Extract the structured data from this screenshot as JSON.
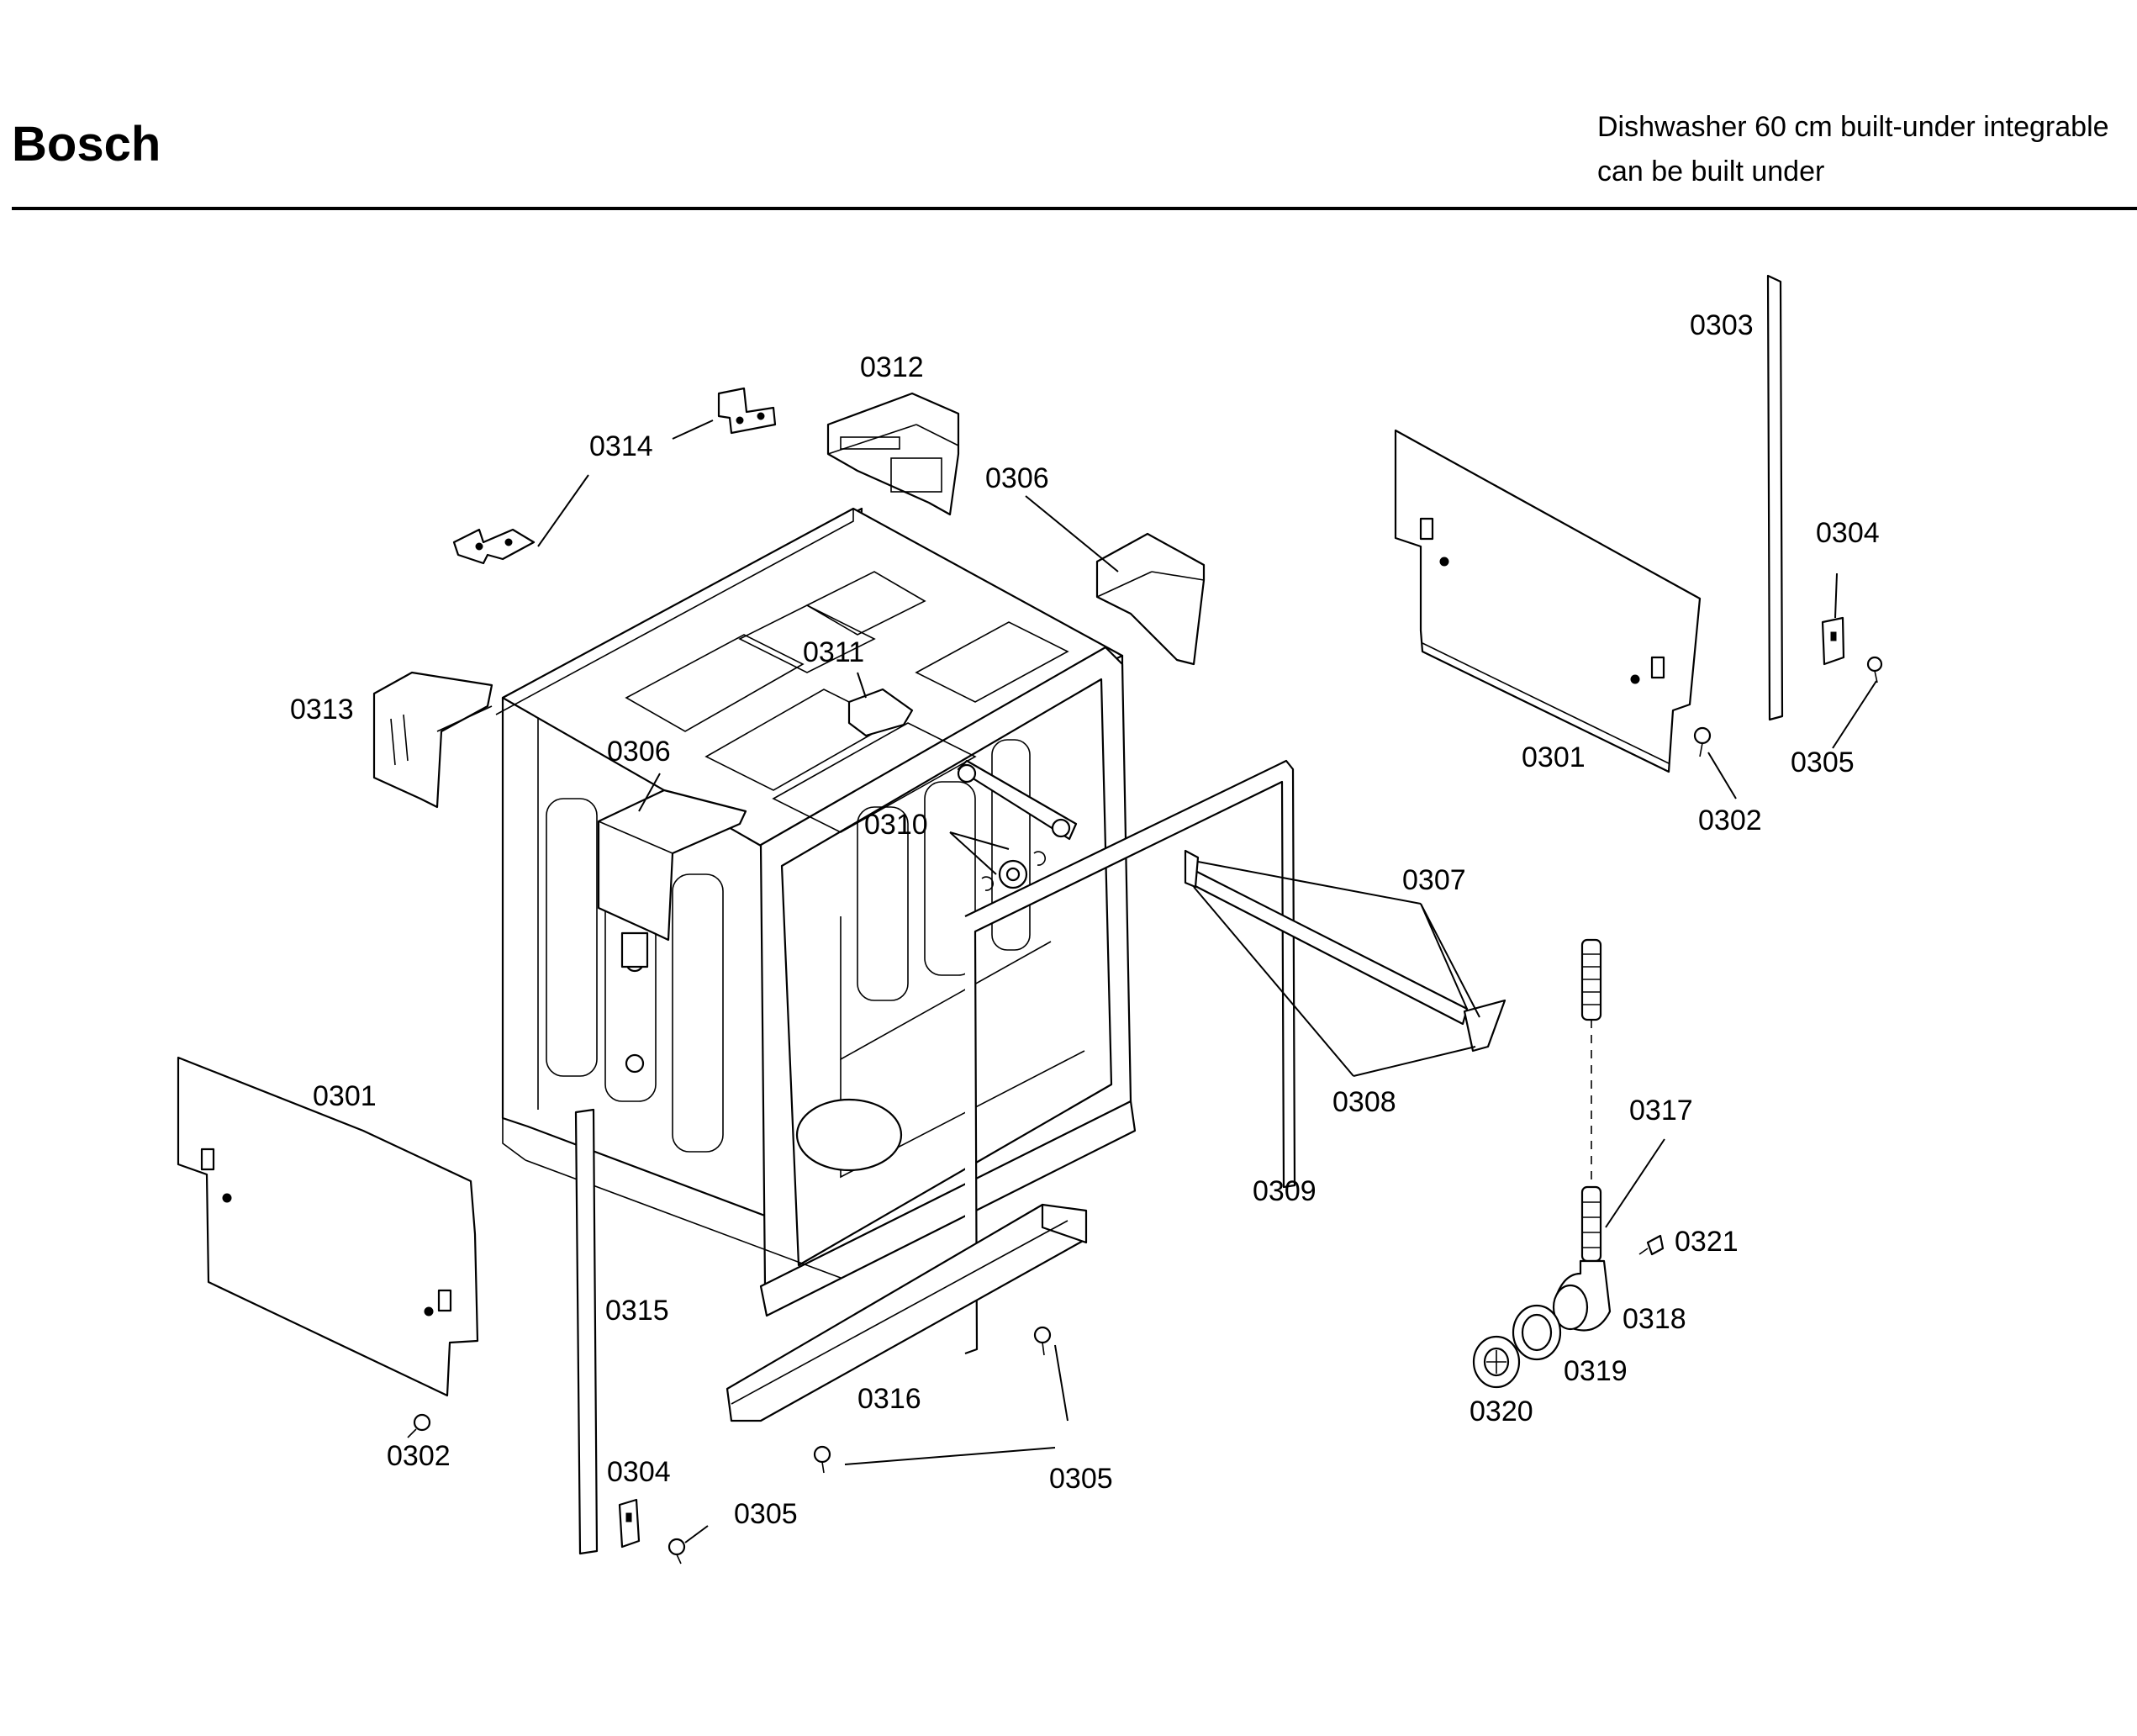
{
  "header": {
    "brand": "Bosch",
    "description_line1": "Dishwasher 60 cm built-under integrable",
    "description_line2": "can be built under"
  },
  "parts": {
    "p0301a": "0301",
    "p0301b": "0301",
    "p0302a": "0302",
    "p0302b": "0302",
    "p0303": "0303",
    "p0304a": "0304",
    "p0304b": "0304",
    "p0305a": "0305",
    "p0305b": "0305",
    "p0305c": "0305",
    "p0306a": "0306",
    "p0306b": "0306",
    "p0307": "0307",
    "p0308": "0308",
    "p0309": "0309",
    "p0310": "0310",
    "p0311": "0311",
    "p0312": "0312",
    "p0313": "0313",
    "p0314": "0314",
    "p0315": "0315",
    "p0316": "0316",
    "p0317": "0317",
    "p0318": "0318",
    "p0319": "0319",
    "p0320": "0320",
    "p0321": "0321"
  }
}
